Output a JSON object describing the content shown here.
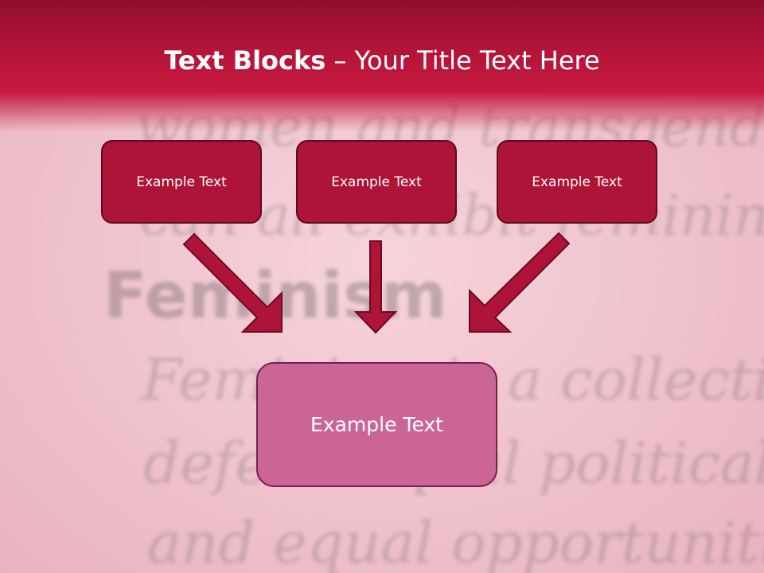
{
  "title": {
    "bold_part": "Text Blocks",
    "rest_part": " – Your Title Text Here"
  },
  "blocks": [
    {
      "label": "Example Text"
    },
    {
      "label": "Example Text"
    },
    {
      "label": "Example Text"
    }
  ],
  "target_block": {
    "label": "Example Text"
  },
  "background_text": {
    "line_1": "women  and transgender",
    "line_2": "can all exhibit feminine",
    "heading": "Feminism",
    "line_3": "Feminism is a collection",
    "line_4": "defend equal political",
    "line_5": "and equal opportunities"
  },
  "colors": {
    "title_bar": "#c6193f",
    "block_fill": "#ae1438",
    "target_fill": "#cb6598",
    "arrow_fill": "#ae1438"
  }
}
